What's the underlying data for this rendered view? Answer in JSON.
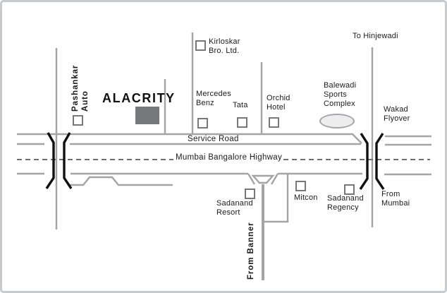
{
  "map": {
    "project": {
      "name": "ALACRITY"
    },
    "roads": {
      "service_road_label": "Service Road",
      "highway_label": "Mumbai Bangalore Highway"
    },
    "directions": {
      "to_hinjewadi": "To Hinjewadi",
      "wakad_flyover": "Wakad\nFlyover",
      "from_mumbai": "From\nMumbai",
      "from_banner": "From Banner"
    },
    "landmarks": {
      "pashankar": "Pashankar\nAuto",
      "kirloskar": "Kirloskar\nBro. Ltd.",
      "mercedes": "Mercedes\nBenz",
      "tata": "Tata",
      "orchid": "Orchid\nHotel",
      "balewadi": "Balewadi\nSports\nComplex",
      "sadanand_resort": "Sadanand\nResort",
      "mitcon": "Mitcon",
      "sadanand_regency": "Sadanand\nRegency"
    },
    "colors": {
      "road": "#a4a4a4",
      "flyover_mark": "#101010",
      "building_fill": "#75797c",
      "text": "#1b1b1b",
      "ellipse_fill": "#ededed",
      "frame": "#c7cbce"
    }
  }
}
